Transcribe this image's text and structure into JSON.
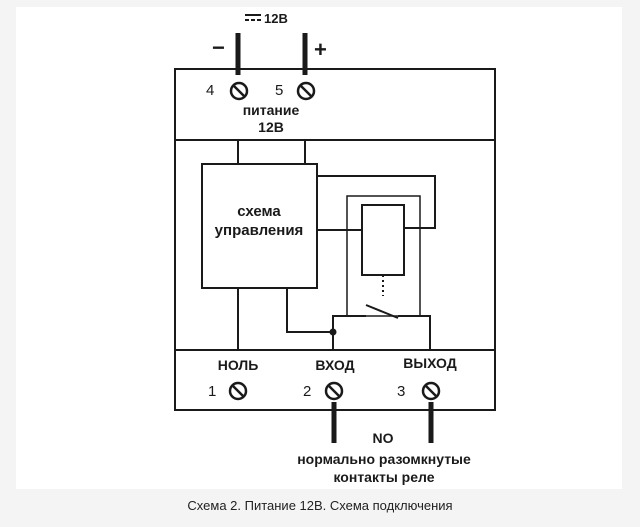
{
  "power": {
    "voltage_label": "12В",
    "minus_sign": "−",
    "plus_sign": "+",
    "label_line1": "питание",
    "label_line2": "12В"
  },
  "terminals": [
    {
      "number": "4",
      "name": ""
    },
    {
      "number": "5",
      "name": ""
    },
    {
      "number": "1",
      "name": "НОЛЬ"
    },
    {
      "number": "2",
      "name": "ВХОД"
    },
    {
      "number": "3",
      "name": "ВЫХОД"
    }
  ],
  "control_block": {
    "line1": "схема",
    "line2": "управления"
  },
  "contacts": {
    "code": "NO",
    "line1": "нормально разомкнутые",
    "line2": "контакты реле"
  },
  "caption": "Схема 2. Питание 12В. Схема подключения"
}
